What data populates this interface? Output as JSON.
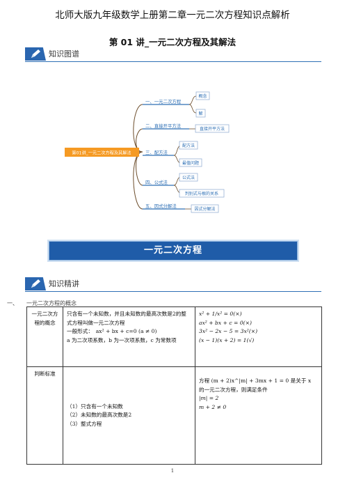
{
  "doc": {
    "title": "北师大版九年级数学上册第二章一元二次方程知识点解析",
    "lesson": "第 01 讲_一元二次方程及其解法",
    "page_number": "1"
  },
  "sections": {
    "map_label": "知识图谱",
    "detail_label": "知识精讲"
  },
  "mindmap": {
    "root": "第01讲_一元二次方程及其解法",
    "branches": [
      {
        "label": "一、一元二次方程",
        "leaves": [
          "概念",
          "解"
        ]
      },
      {
        "label": "二、直接开平方法",
        "leaves": [
          "直接开平方法"
        ]
      },
      {
        "label": "三、配方法",
        "leaves": [
          "配方法",
          "最值问题"
        ]
      },
      {
        "label": "四、公式法",
        "leaves": [
          "公式法",
          "判别式与根的关系"
        ]
      },
      {
        "label": "五、因式分解法",
        "leaves": [
          "因式分解法"
        ]
      }
    ],
    "colors": {
      "root_fill": "#f59a23",
      "branch_line": "#2d6fb5",
      "link_line": "#6b4c2a"
    }
  },
  "banner": {
    "text": "一元二次方程"
  },
  "subsection": {
    "label": "一、　　一元二次方程的概念"
  },
  "table": {
    "rows": [
      {
        "head": "一元二次方程的概念",
        "content": [
          "只含有一个未知数，并且未知数的最高次数是2的整式方程叫做一元二次方程",
          "一般形式：　ax² + bx + c=0 (a ≠ 0)",
          "a 为二次项系数，b 为一次项系数，c 为常数项"
        ],
        "examples": [
          "x² + 1/x² = 0(×)",
          "ax² + bx + c = 0(×)",
          "3x² − 2x − 5 = 3x²(×)",
          "(x − 1)(x + 2) = 1(√)"
        ]
      },
      {
        "head": "判断标准",
        "content": [
          "（1）只含有一个未知数",
          "（2）未知数的最高次数是2",
          "（3）整式方程"
        ],
        "examples": [
          "方程 (m + 2)x^|m| + 3mx + 1 = 0 是关于 x 的一元二次方程，则满足条件",
          "|m| = 2",
          "m + 2 ≠ 0"
        ]
      }
    ]
  }
}
